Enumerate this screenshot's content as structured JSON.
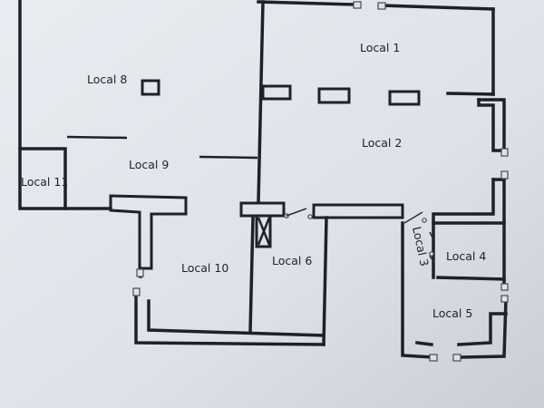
{
  "plan": {
    "rooms": [
      {
        "id": "local-1",
        "label": "Local 1"
      },
      {
        "id": "local-2",
        "label": "Local 2"
      },
      {
        "id": "local-3",
        "label": "Local 3"
      },
      {
        "id": "local-4",
        "label": "Local 4"
      },
      {
        "id": "local-5",
        "label": "Local 5"
      },
      {
        "id": "local-6",
        "label": "Local 6"
      },
      {
        "id": "local-8",
        "label": "Local 8"
      },
      {
        "id": "local-9",
        "label": "Local 9"
      },
      {
        "id": "local-10",
        "label": "Local 10"
      },
      {
        "id": "local-11",
        "label": "Local 11"
      }
    ]
  }
}
